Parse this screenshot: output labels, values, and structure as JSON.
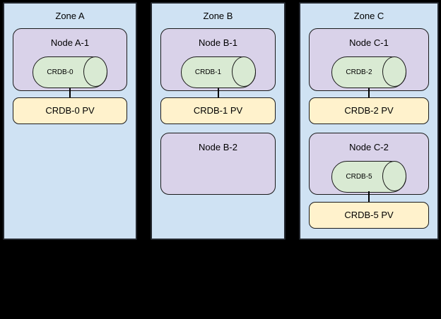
{
  "colors": {
    "background": "#000000",
    "zone_fill": "#cfe2f3",
    "node_fill": "#d9d2e9",
    "pod_fill": "#d9ead3",
    "pv_fill": "#fff2cc",
    "shape_border": "#1a1a1a"
  },
  "zones": [
    {
      "label": "Zone A",
      "node1": {
        "label": "Node A-1",
        "pod": "CRDB-0"
      },
      "pv1": "CRDB-0 PV"
    },
    {
      "label": "Zone B",
      "node1": {
        "label": "Node B-1",
        "pod": "CRDB-1"
      },
      "pv1": "CRDB-1 PV",
      "node2": {
        "label": "Node B-2"
      }
    },
    {
      "label": "Zone C",
      "node1": {
        "label": "Node C-1",
        "pod": "CRDB-2"
      },
      "pv1": "CRDB-2 PV",
      "node2": {
        "label": "Node C-2",
        "pod": "CRDB-5"
      },
      "pv2": "CRDB-5 PV"
    }
  ]
}
